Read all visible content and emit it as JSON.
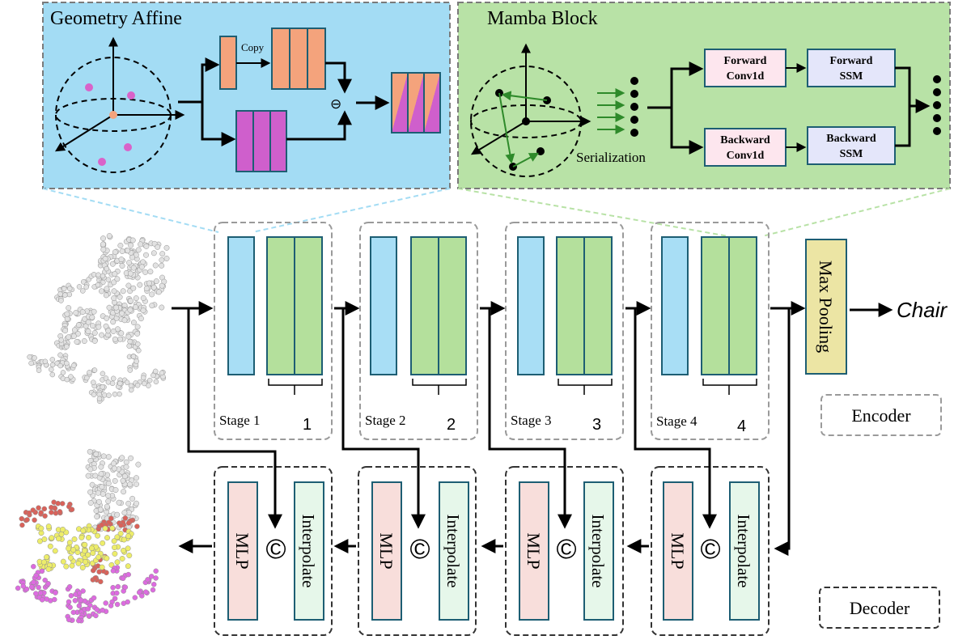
{
  "geometry_affine": {
    "title": "Geometry Affine",
    "copy_label": "Copy",
    "subtract_symbol": "⊖"
  },
  "mamba_block": {
    "title": "Mamba Block",
    "serialization_label": "Serialization",
    "forward_conv": [
      "Forward",
      "Conv1d"
    ],
    "forward_ssm": [
      "Forward",
      "SSM"
    ],
    "backward_conv": [
      "Backward",
      "Conv1d"
    ],
    "backward_ssm": [
      "Backward",
      "SSM"
    ]
  },
  "encoder": {
    "stages": [
      {
        "label": "Stage 1",
        "number": "1"
      },
      {
        "label": "Stage 2",
        "number": "2"
      },
      {
        "label": "Stage 3",
        "number": "3"
      },
      {
        "label": "Stage 4",
        "number": "4"
      }
    ],
    "max_pooling_label": "Max Pooling",
    "output_label": "Chair",
    "legend_label": "Encoder"
  },
  "decoder": {
    "mlp_label": "MLP",
    "interpolate_label": "Interpolate",
    "concat_symbol": "©",
    "legend_label": "Decoder"
  },
  "colors": {
    "geometry_bg": "#a3dcf4",
    "mamba_bg": "#b8e2a6",
    "orange": "#f4a37c",
    "magenta": "#cf5fcc",
    "blue_block": "#a8def5",
    "green_block": "#b4e09c",
    "pool_yellow": "#ece5a4",
    "mlp_pink": "#f8dedb",
    "interp_green": "#e6f7ea",
    "box_pink": "#fde6ee",
    "box_lavender": "#e4e6fa",
    "block_border": "#1d5e73"
  }
}
